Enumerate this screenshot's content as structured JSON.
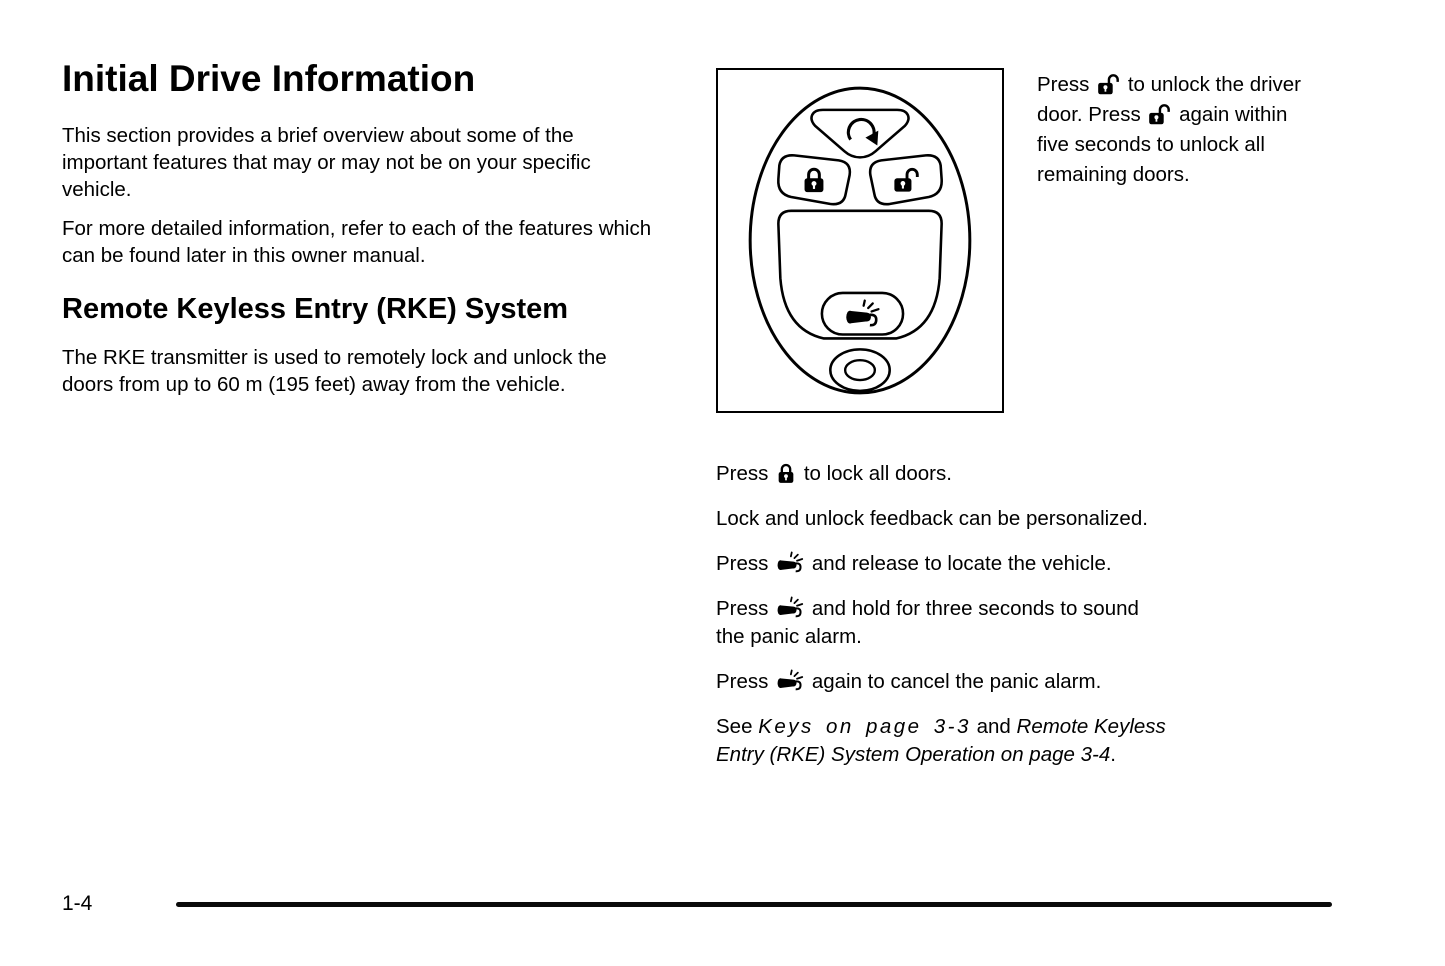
{
  "document": {
    "title": "Initial Drive Information",
    "intro_para_1": "This section provides a brief overview about some of the important features that may or may not be on your specific vehicle.",
    "intro_para_2": "For more detailed information, refer to each of the features which can be found later in this owner manual.",
    "rke_heading": "Remote Keyless Entry (RKE) System",
    "rke_para": "The RKE transmitter is used to remotely lock and unlock the doors from up to 60 m (195 feet) away from the vehicle."
  },
  "instructions": {
    "unlock": {
      "p1": "Press",
      "p2": "to unlock the driver door. Press",
      "p3": "again within five seconds to unlock all remaining doors."
    },
    "lock": {
      "p1": "Press",
      "p2": "to lock all doors."
    },
    "feedback": "Lock and unlock feedback can be personalized.",
    "locate": {
      "p1": "Press",
      "p2": "and release to locate the vehicle."
    },
    "panic": {
      "p1": "Press",
      "p2": "and hold for three seconds to sound the panic alarm."
    },
    "cancel": {
      "p1": "Press",
      "p2": "again to cancel the panic alarm."
    },
    "reference": {
      "p1": "See",
      "ref1": "Keys on page 3-3",
      "p2": "and",
      "ref2": "Remote Keyless Entry (RKE) System Operation on page 3-4",
      "p3": "."
    }
  },
  "icons": {
    "lock": "lock-icon",
    "unlock": "unlock-icon",
    "horn": "horn-icon",
    "remote_start": "rotate-arrow-icon"
  },
  "colors": {
    "text": "#000000",
    "background": "#ffffff",
    "rule": "#0a0a0a"
  },
  "footer": {
    "page_number": "1-4"
  }
}
